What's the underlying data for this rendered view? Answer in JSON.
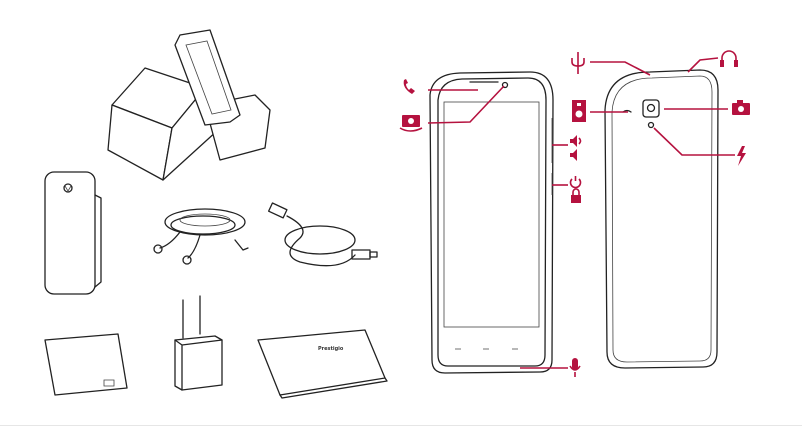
{
  "figure": {
    "accent_color": "#b5123f",
    "line_color": "#222222",
    "package_contents": [
      {
        "item": "phone-in-box"
      },
      {
        "item": "phone-back-cover"
      },
      {
        "item": "earphones"
      },
      {
        "item": "usb-cable"
      },
      {
        "item": "battery"
      },
      {
        "item": "charger"
      },
      {
        "item": "user-manual",
        "logo_text": "Prestigio"
      }
    ],
    "front_callouts": [
      "phone-receiver-icon",
      "front-camera-icon",
      "volume-up-icon",
      "volume-down-icon",
      "power-icon",
      "lock-icon",
      "microphone-icon"
    ],
    "back_callouts": [
      "usb-icon",
      "headphones-icon",
      "speaker-icon",
      "camera-icon",
      "flash-icon"
    ]
  }
}
